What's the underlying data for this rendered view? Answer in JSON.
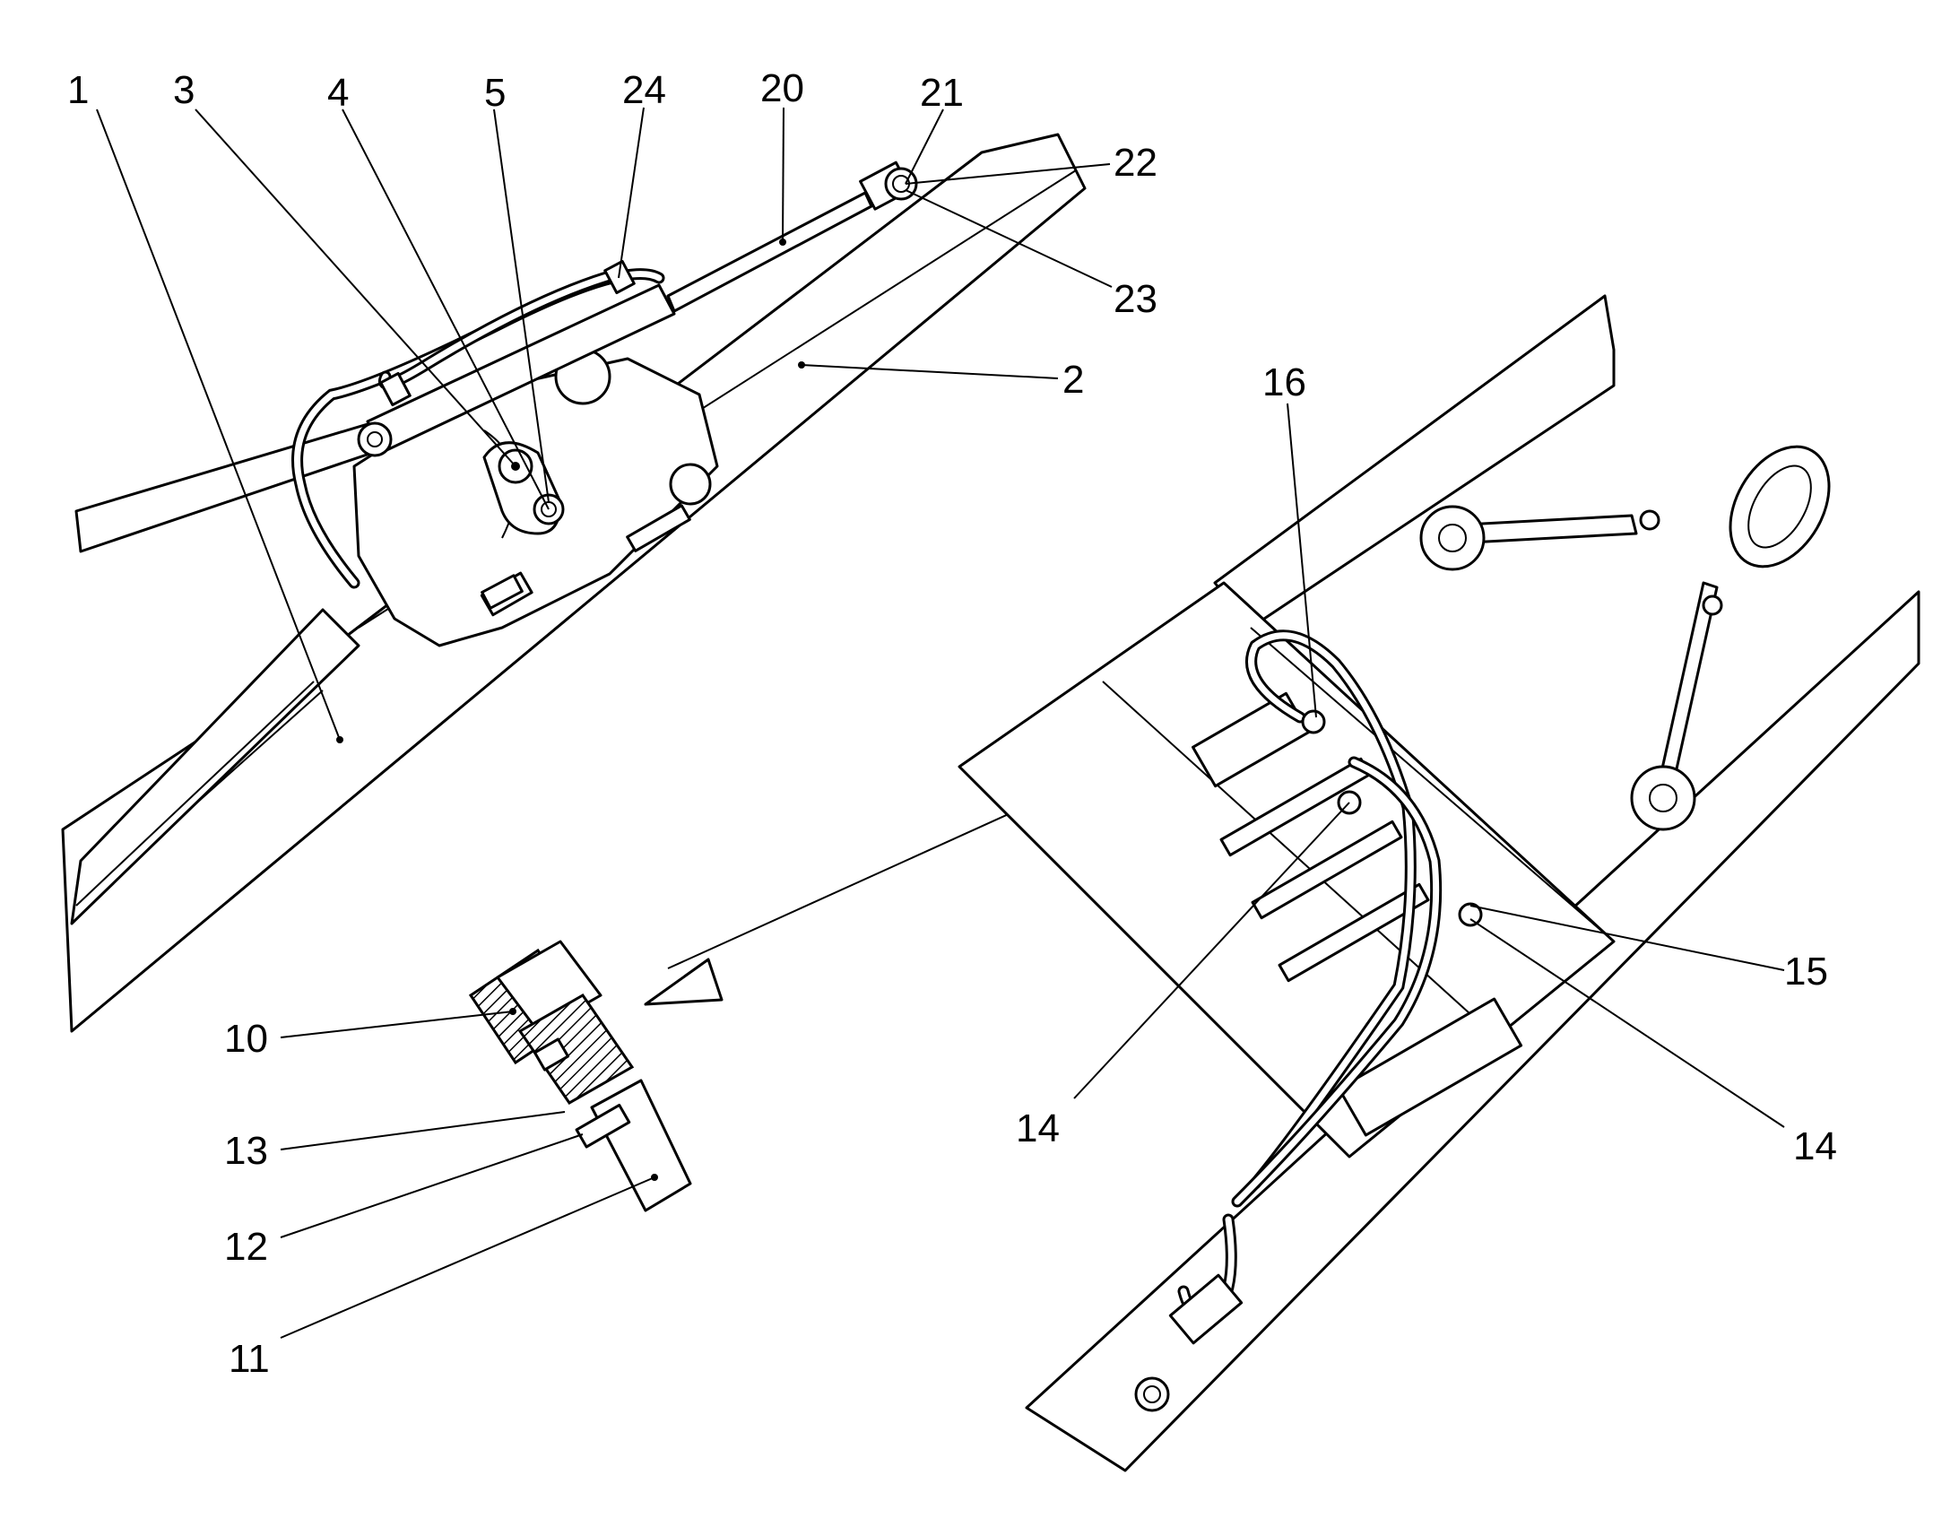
{
  "callouts": [
    {
      "id": "c1",
      "text": "1"
    },
    {
      "id": "c3",
      "text": "3"
    },
    {
      "id": "c4",
      "text": "4"
    },
    {
      "id": "c5",
      "text": "5"
    },
    {
      "id": "c24",
      "text": "24"
    },
    {
      "id": "c20",
      "text": "20"
    },
    {
      "id": "c21",
      "text": "21"
    },
    {
      "id": "c22",
      "text": "22"
    },
    {
      "id": "c23",
      "text": "23"
    },
    {
      "id": "c2",
      "text": "2"
    },
    {
      "id": "c16",
      "text": "16"
    },
    {
      "id": "c15",
      "text": "15"
    },
    {
      "id": "c14a",
      "text": "14"
    },
    {
      "id": "c14b",
      "text": "14"
    },
    {
      "id": "c10",
      "text": "10"
    },
    {
      "id": "c13",
      "text": "13"
    },
    {
      "id": "c12",
      "text": "12"
    },
    {
      "id": "c11",
      "text": "11"
    }
  ],
  "colors": {
    "line": "#000000",
    "paper": "#ffffff"
  }
}
